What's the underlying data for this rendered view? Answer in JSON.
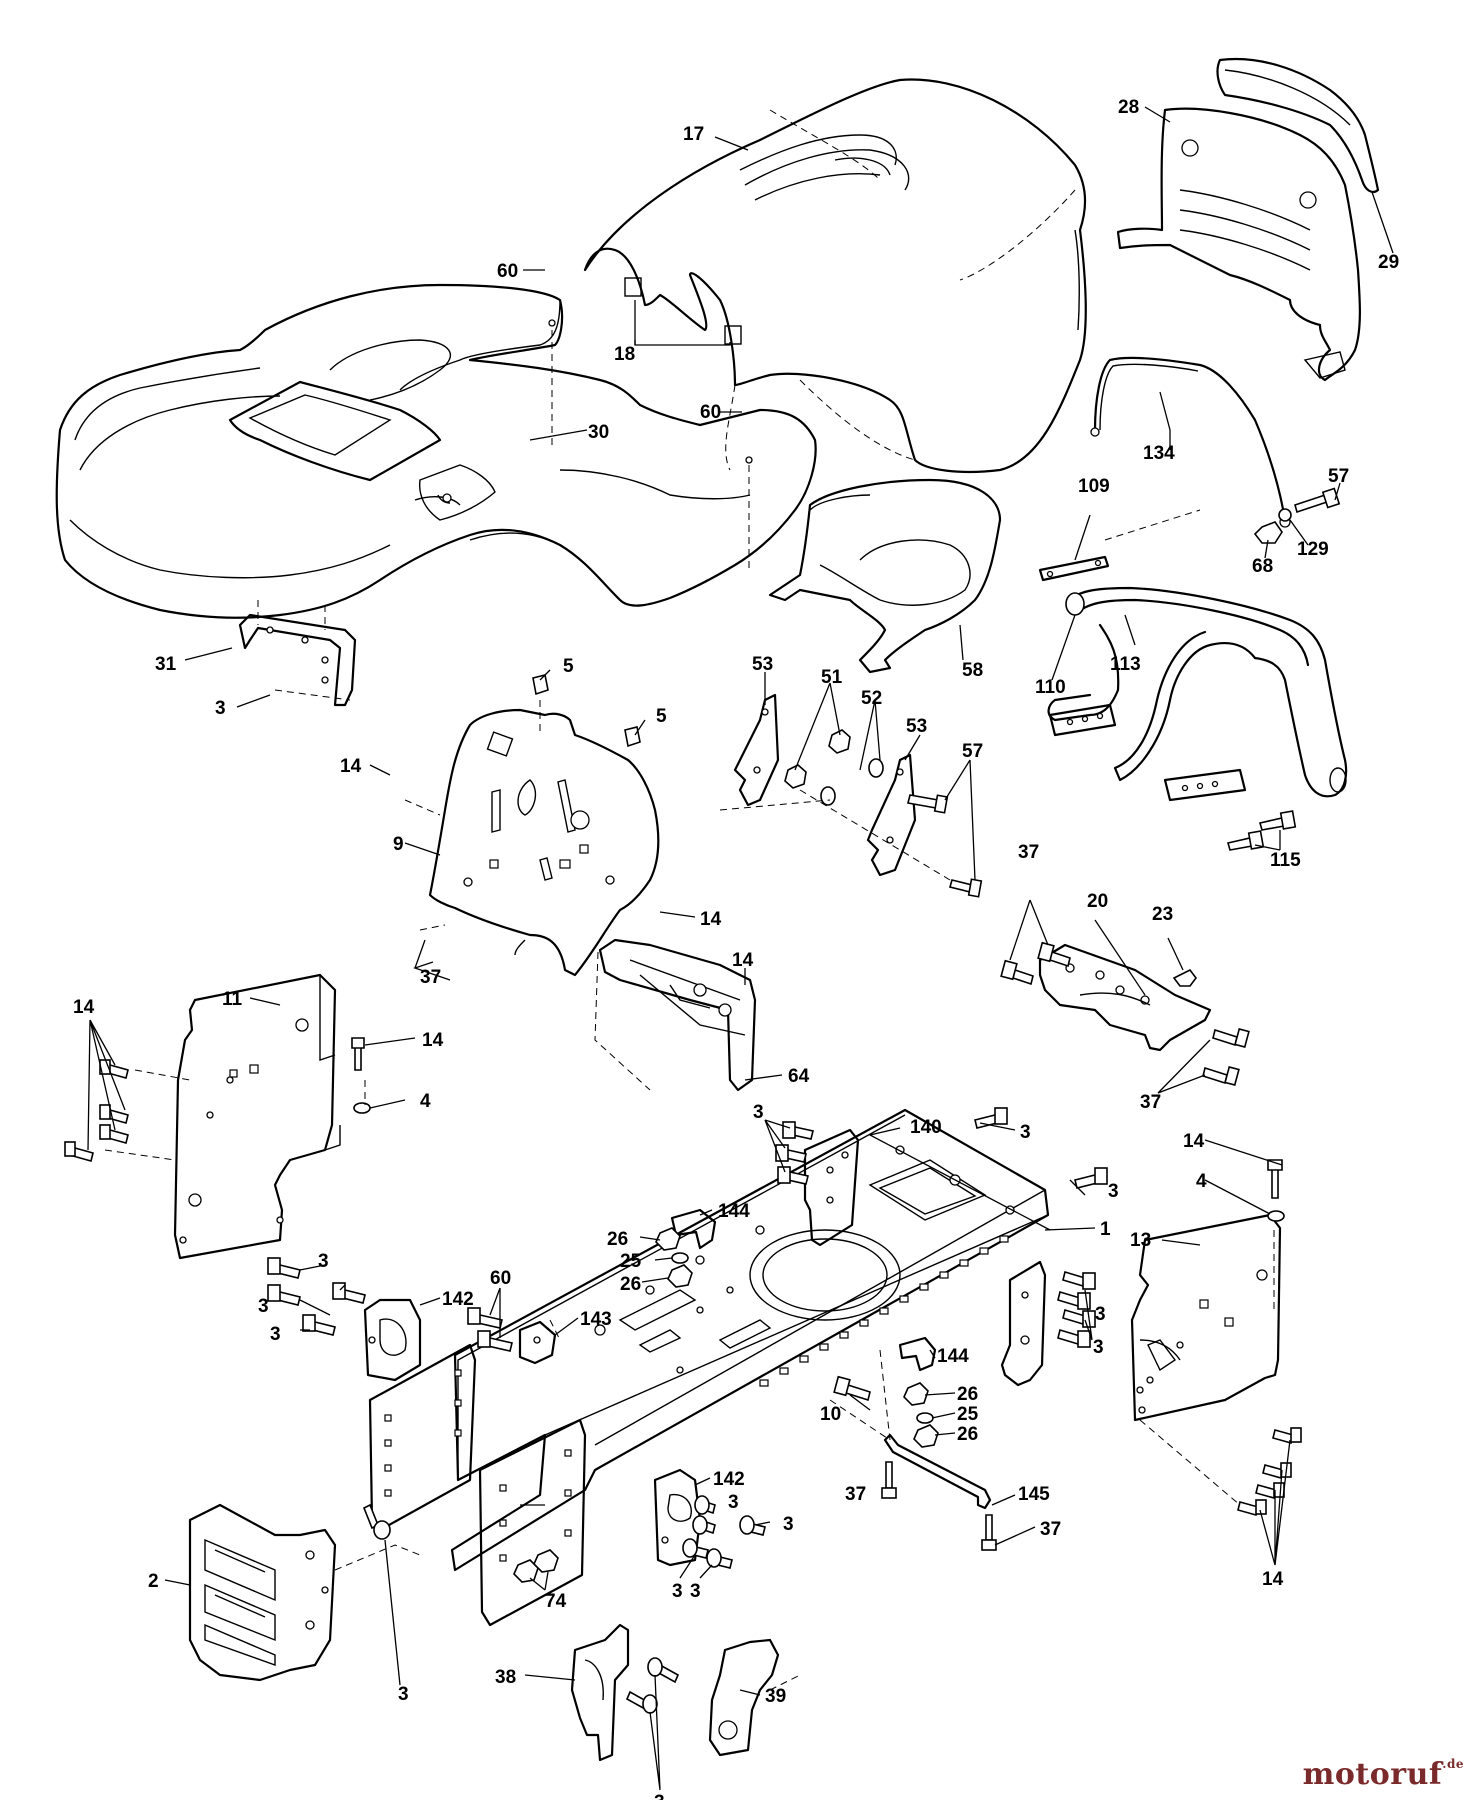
{
  "diagram": {
    "labels": [
      "17",
      "28",
      "29",
      "60",
      "18",
      "60",
      "30",
      "134",
      "57",
      "109",
      "129",
      "68",
      "31",
      "3",
      "5",
      "5",
      "53",
      "51",
      "52",
      "53",
      "57",
      "58",
      "110",
      "113",
      "14",
      "9",
      "14",
      "115",
      "37",
      "20",
      "23",
      "14",
      "37",
      "11",
      "14",
      "14",
      "4",
      "64",
      "37",
      "3",
      "140",
      "3",
      "14",
      "4",
      "144",
      "3",
      "26",
      "25",
      "1",
      "26",
      "13",
      "3",
      "3",
      "142",
      "60",
      "143",
      "3",
      "3",
      "3",
      "144",
      "26",
      "10",
      "25",
      "26",
      "142",
      "37",
      "145",
      "3",
      "37",
      "3",
      "3",
      "3",
      "2",
      "74",
      "14",
      "3",
      "38",
      "3",
      "39"
    ],
    "colors": {
      "line": "#000000",
      "background": "#ffffff",
      "watermark": "#7a2a2a"
    }
  },
  "watermark": {
    "name": "motoruf",
    "suffix": ".de"
  }
}
